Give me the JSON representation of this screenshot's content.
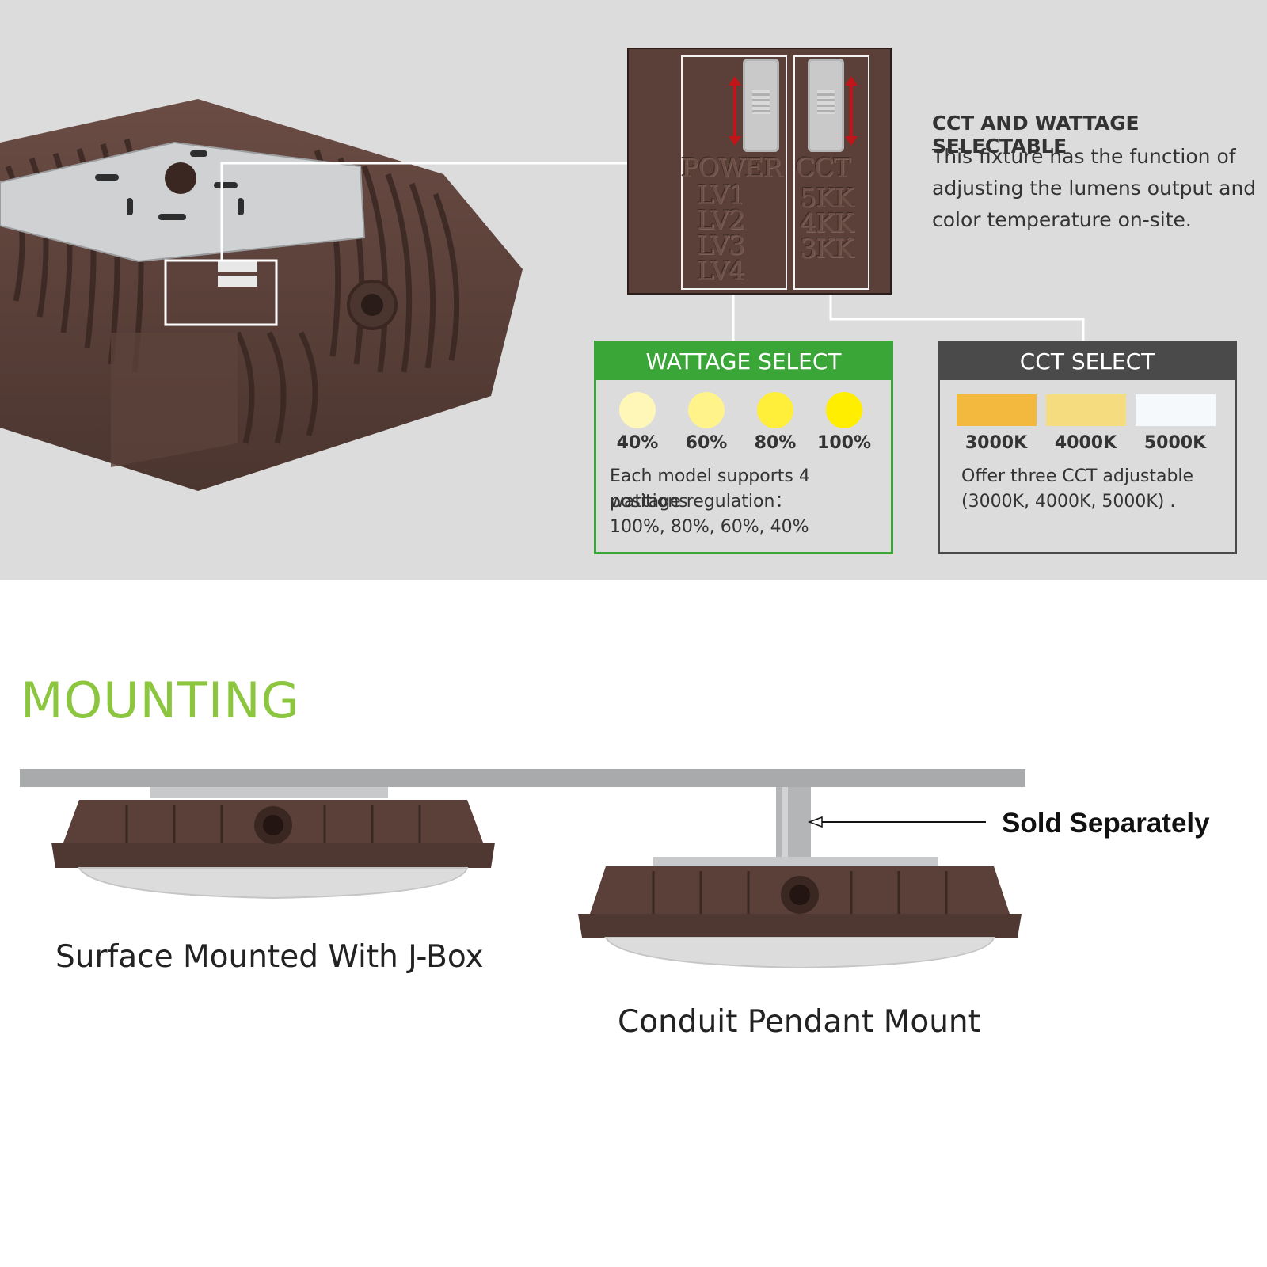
{
  "zoom": {
    "power_label": "POWER",
    "power_levels": [
      "LV1",
      "LV2",
      "LV3",
      "LV4"
    ],
    "cct_label": "CCT",
    "cct_levels": [
      "5KK",
      "4KK",
      "3KK"
    ]
  },
  "cct_wattage": {
    "title": "CCT AND WATTAGE SELECTABLE",
    "body": "This fixture has the function of adjusting the lumens output and color temperature on-site."
  },
  "wattage_select": {
    "title": "WATTAGE SELECT",
    "levels": [
      {
        "label": "40%",
        "color": "#fff7b8"
      },
      {
        "label": "60%",
        "color": "#fff38a"
      },
      {
        "label": "80%",
        "color": "#ffee3a"
      },
      {
        "label": "100%",
        "color": "#ffee00"
      }
    ],
    "note_lines": [
      "Each model supports 4 positions",
      "wattage regulation：",
      "100%, 80%, 60%, 40%"
    ],
    "accent": "#3aa637"
  },
  "cct_select": {
    "title": "CCT SELECT",
    "options": [
      {
        "label": "3000K",
        "color": "#f3b93f"
      },
      {
        "label": "4000K",
        "color": "#f5dc7e"
      },
      {
        "label": "5000K",
        "color": "#f5f9fb"
      }
    ],
    "note_lines": [
      "Offer three CCT adjustable",
      "(3000K, 4000K, 5000K) ."
    ],
    "accent": "#4a4a4a"
  },
  "mounting": {
    "title": "MOUNTING",
    "title_color": "#8cc63f",
    "surface_caption": "Surface Mounted With J-Box",
    "pendant_caption": "Conduit Pendant Mount",
    "sold_separately": "Sold Separately"
  },
  "colors": {
    "fixture_bronze": "#5a4039",
    "band_gray": "#dcdcdc"
  }
}
